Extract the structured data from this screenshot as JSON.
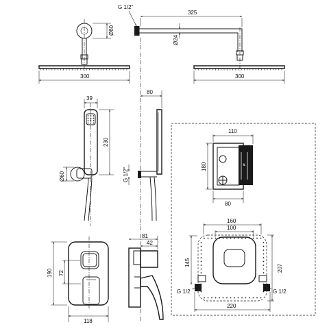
{
  "dimensions": {
    "head_connector_diameter": "Ø60",
    "inlet_thread_top": "G 1/2\"",
    "arm_length": "325",
    "arm_tube_diameter": "Ø24",
    "head_width_front": "300",
    "head_width_side": "300",
    "hand_shower_width": "39",
    "hand_shower_length": "230",
    "holder_diameter": "Ø60",
    "hose_outlet_thread": "G 1/2\"",
    "holder_projection": "80",
    "box_width": "110",
    "box_height": "180",
    "box_depth": "80",
    "plate_outer_width": "160",
    "plate_inner_width": "100",
    "plate_inner_height": "145",
    "plate_outer_height": "207",
    "box_total_width": "220",
    "thread_left": "G 1/2",
    "thread_right": "G 1/2",
    "mixer_projection_total": "81",
    "mixer_projection_plate": "42",
    "mixer_height": "190",
    "mixer_window_height": "72",
    "mixer_width": "118"
  },
  "colors": {
    "line": "#1a1a1a",
    "background": "#ffffff"
  }
}
